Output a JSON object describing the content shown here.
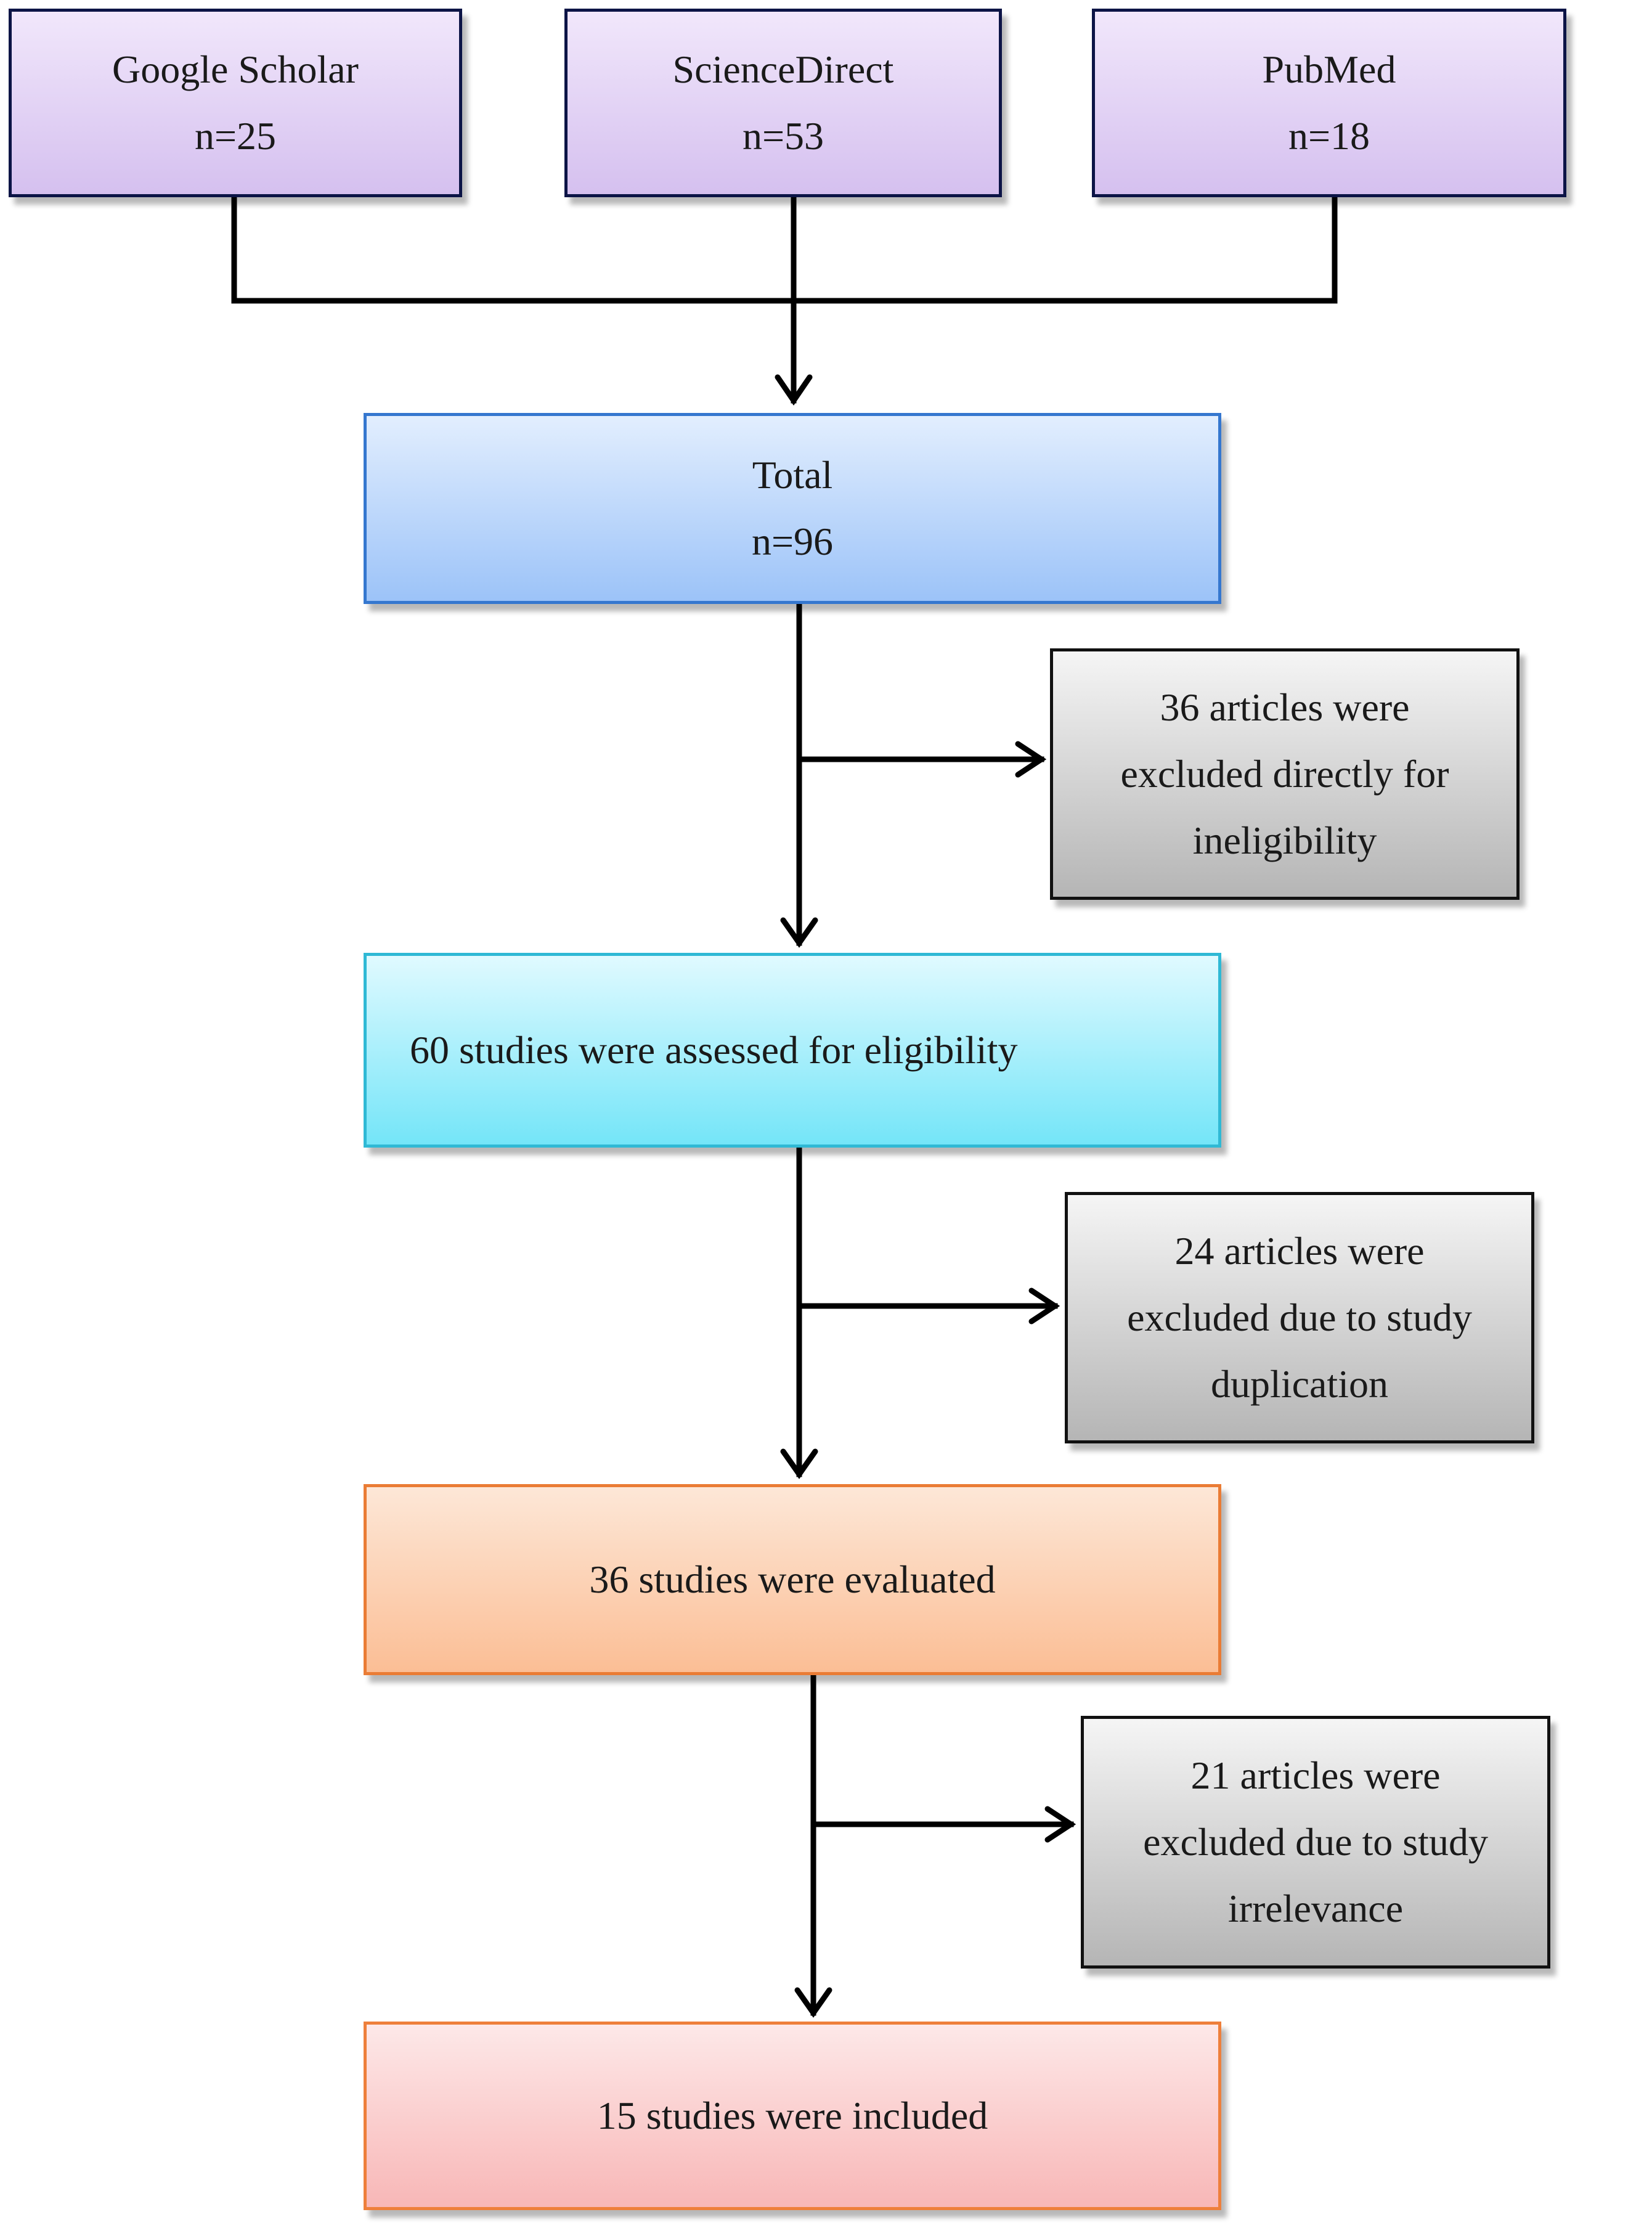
{
  "sources": [
    {
      "name": "Google Scholar",
      "count": "n=25"
    },
    {
      "name": "ScienceDirect",
      "count": "n=53"
    },
    {
      "name": "PubMed",
      "count": "n=18"
    }
  ],
  "total": {
    "label": "Total",
    "count": "n=96"
  },
  "steps": {
    "assessed": "60 studies were assessed for eligibility",
    "evaluated": "36 studies were evaluated",
    "included": "15 studies were included"
  },
  "exclusions": [
    {
      "lines": [
        "36 articles were",
        "excluded directly for",
        "ineligibility"
      ]
    },
    {
      "lines": [
        "24 articles were",
        "excluded due to study",
        "duplication"
      ]
    },
    {
      "lines": [
        "21 articles were",
        "excluded due to study",
        "irrelevance"
      ]
    }
  ],
  "colors": {
    "source_fill": "#d5c0ef",
    "total_fill": "#9cc3f8",
    "assessed_fill": "#74e5f8",
    "evaluated_fill": "#fbbe95",
    "included_fill": "#f8b7b7",
    "exclusion_fill": "#b5b5b5"
  }
}
